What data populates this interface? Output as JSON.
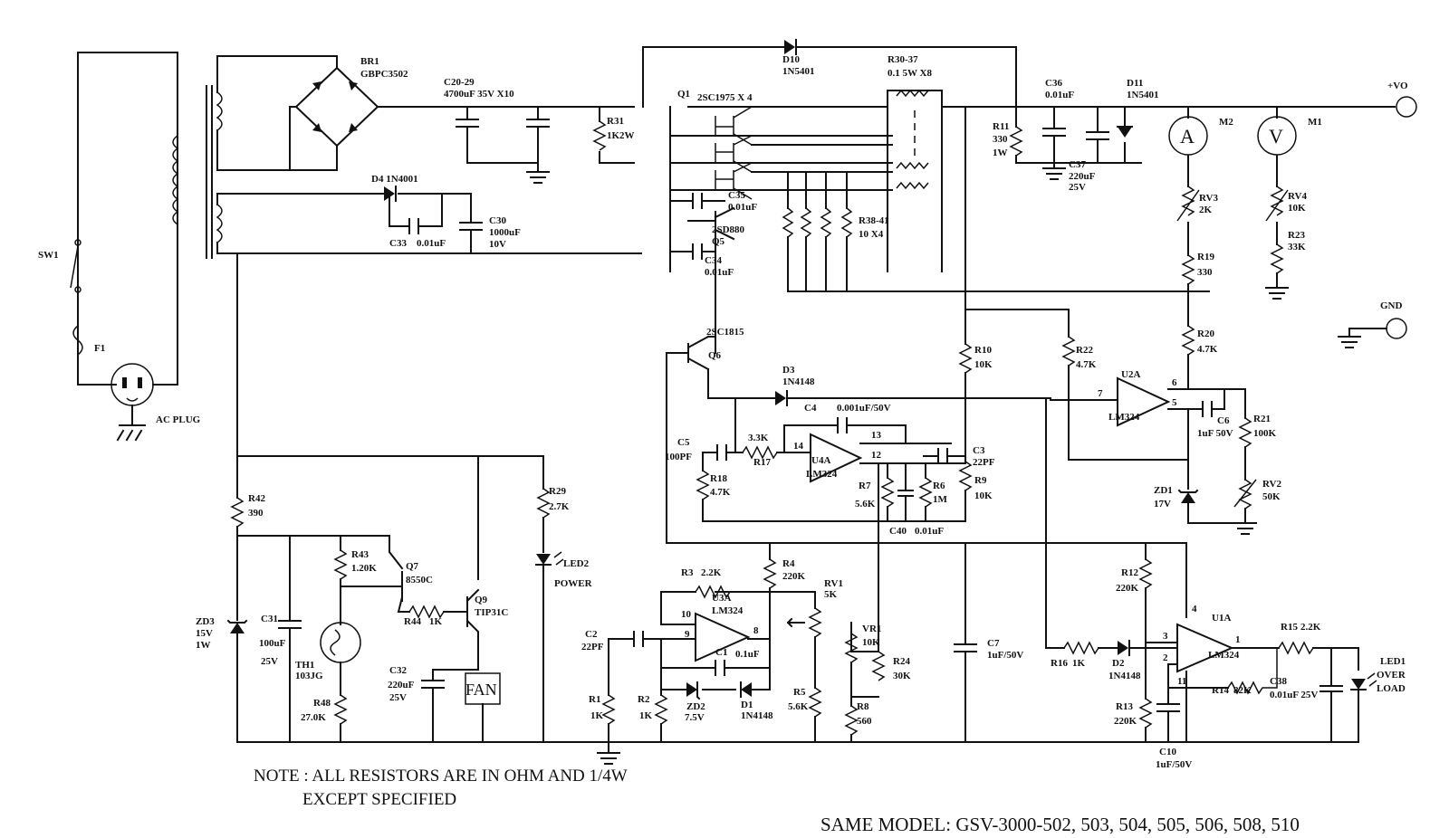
{
  "labels": {
    "br1": "BR1",
    "br1_part": "GBPC3502",
    "c20": "C20-29",
    "c20_val": "4700uF 35V X10",
    "d10": "D10",
    "d10_val": "1N5401",
    "r30": "R30-37",
    "r30_val": "0.1 5W X8",
    "q1": "Q1",
    "q1_val": "2SC1975 X 4",
    "r31": "R31",
    "r31_val": "1K2W",
    "c36": "C36",
    "c36_val": "0.01uF",
    "d11": "D11",
    "d11_val": "1N5401",
    "vo": "+VO",
    "m2": "M2",
    "m1": "M1",
    "r11": "R11",
    "r11_val": "330",
    "r11_w": "1W",
    "c37": "C37",
    "c37_val": "220uF",
    "c37_v": "25V",
    "rv3": "RV3",
    "rv3_val": "2K",
    "rv4": "RV4",
    "rv4_val": "10K",
    "r23": "R23",
    "r23_val": "33K",
    "r19": "R19",
    "r19_val": "330",
    "gnd": "GND",
    "d4": "D4 1N4001",
    "c35": "C35",
    "c35_val": "0.01uF",
    "q5_part": "2SD880",
    "q5": "Q5",
    "r38": "R38-41",
    "r38_val": "10 X4",
    "c30": "C30",
    "c30_val": "1000uF",
    "c30_v": "10V",
    "c33": "C33",
    "c33_val": "0.01uF",
    "c34": "C34",
    "c34_val": "0.01uF",
    "sw1": "SW1",
    "f1": "F1",
    "acplug": "AC PLUG",
    "q6_part": "2SC1815",
    "q6": "Q6",
    "d3": "D3",
    "d3_val": "1N4148",
    "r10": "R10",
    "r10_val": "10K",
    "r22": "R22",
    "r22_val": "4.7K",
    "r20": "R20",
    "r20_val": "4.7K",
    "u2a": "U2A",
    "u2a_part": "LM324",
    "c4": "C4",
    "c4_val": "0.001uF/50V",
    "c6": "C6",
    "c6_val": "1uF 50V",
    "r21": "R21",
    "r21_val": "100K",
    "c5": "C5",
    "c5_val": "100PF",
    "r17_val": "3.3K",
    "r17": "R17",
    "u4a": "U4A",
    "u4a_part": "LM324",
    "c3": "C3",
    "c3_val": "22PF",
    "r18": "R18",
    "r18_val": "4.7K",
    "r7": "R7",
    "r7_val": "5.6K",
    "r6": "R6",
    "r6_val": "1M",
    "r9": "R9",
    "r9_val": "10K",
    "zd1": "ZD1",
    "zd1_val": "17V",
    "rv2": "RV2",
    "rv2_val": "50K",
    "c40": "C40",
    "c40_val": "0.01uF",
    "r42": "R42",
    "r42_val": "390",
    "r29": "R29",
    "r29_val": "2.7K",
    "r43": "R43",
    "r43_val": "1.20K",
    "q7": "Q7",
    "q7_part": "8550C",
    "q9": "Q9",
    "q9_part": "TIP31C",
    "led2": "LED2",
    "led2_val": "POWER",
    "r3": "R3",
    "r3_val": "2.2K",
    "r4": "R4",
    "r4_val": "220K",
    "u3a": "U3A",
    "u3a_part": "LM324",
    "rv1": "RV1",
    "rv1_val": "5K",
    "r12": "R12",
    "r12_val": "220K",
    "u1a": "U1A",
    "u1a_part": "LM324",
    "r15": "R15",
    "r15_val": "2.2K",
    "led1": "LED1",
    "led1_val1": "OVER",
    "led1_val2": "LOAD",
    "zd3": "ZD3",
    "zd3_val1": "15V",
    "zd3_val2": "1W",
    "c31": "C31",
    "c31_val": "100uF",
    "c31_v": "25V",
    "th1": "TH1",
    "th1_val": "103JG",
    "r44": "R44",
    "r44_val": "1K",
    "c32": "C32",
    "c32_val": "220uF",
    "c32_v": "25V",
    "fan": "FAN",
    "r48": "R48",
    "r48_val": "27.0K",
    "c2": "C2",
    "c2_val": "22PF",
    "c1": "C1",
    "c1_val": "0.1uF",
    "vr1": "VR1",
    "vr1_val": "10K",
    "r24": "R24",
    "r24_val": "30K",
    "c7": "C7",
    "c7_val": "1uF/50V",
    "r16": "R16",
    "r16_val": "1K",
    "d2": "D2",
    "d2_val": "1N4148",
    "r14": "R14",
    "r14_val": "82K",
    "c38": "C38",
    "c38_val": "0.01uF 25V",
    "r1": "R1",
    "r1_val": "1K",
    "r2": "R2",
    "r2_val": "1K",
    "zd2": "ZD2",
    "zd2_val": "7.5V",
    "d1": "D1",
    "d1_val": "1N4148",
    "r5": "R5",
    "r5_val": "5.6K",
    "r8": "R8",
    "r8_val": "560",
    "r13": "R13",
    "r13_val": "220K",
    "c10": "C10",
    "c10_val": "1uF/50V",
    "meter_a": "A",
    "meter_v": "V",
    "pin6": "6",
    "pin5": "5",
    "pin7": "7",
    "pin13": "13",
    "pin12": "12",
    "pin14": "14",
    "pin10": "10",
    "pin9": "9",
    "pin8": "8",
    "pin4": "4",
    "pin3": "3",
    "pin2": "2",
    "pin1": "1",
    "pin11": "11"
  },
  "note": {
    "line1": "NOTE : ALL RESISTORS ARE IN OHM AND 1/4W",
    "line2": "EXCEPT SPECIFIED"
  },
  "model_line": "SAME MODEL:  GSV-3000-502, 503, 504, 505, 506, 508, 510"
}
